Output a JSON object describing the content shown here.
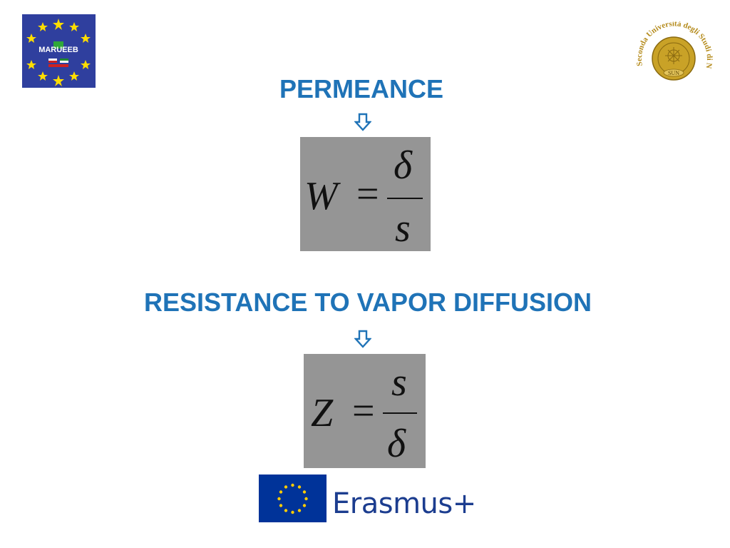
{
  "logos": {
    "left_badge_text": "MARUEEB",
    "right_seal_text": "Seconda Università degli Studi di Napoli",
    "right_seal_center": "SUN",
    "bottom_brand": "Erasmus+"
  },
  "sections": [
    {
      "heading": "PERMEANCE",
      "formula": {
        "lhs": "W",
        "eq": "=",
        "numerator": "δ",
        "denominator": "s"
      }
    },
    {
      "heading": "RESISTANCE TO VAPOR DIFFUSION",
      "formula": {
        "lhs": "Z",
        "eq": "=",
        "numerator": "s",
        "denominator": "δ"
      }
    }
  ],
  "colors": {
    "heading": "#1f73b7",
    "formula_box": "#959595",
    "eu_blue": "#003399",
    "eu_star": "#ffcc00",
    "badge_blue": "#2f3f9e",
    "seal_gold": "#c9a227"
  },
  "icons": [
    "down-arrow-icon",
    "eu-flag-icon",
    "marueeb-logo",
    "university-seal-logo"
  ]
}
